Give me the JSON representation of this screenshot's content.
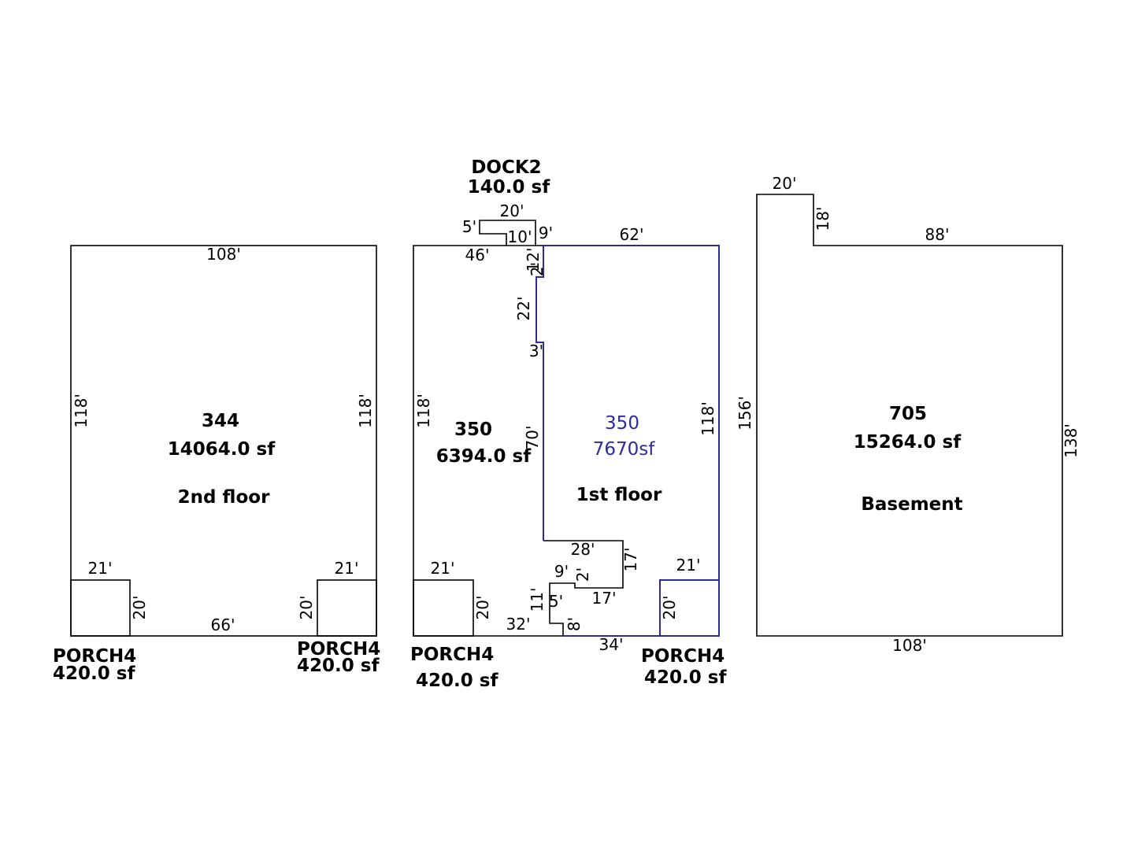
{
  "colors": {
    "line": "#000000",
    "highlight": "#2b2b9e",
    "background": "#ffffff"
  },
  "second_floor": {
    "code": "344",
    "area": "14064.0 sf",
    "name": "2nd floor",
    "dims": {
      "top": "108'",
      "left": "118'",
      "right": "118'",
      "bottom": "66'",
      "porch_left_top": "21'",
      "porch_left_side": "20'",
      "porch_right_top": "21'",
      "porch_right_side": "20'"
    },
    "porch_left": {
      "name": "PORCH4",
      "area": "420.0 sf"
    },
    "porch_right": {
      "name": "PORCH4",
      "area": "420.0 sf"
    }
  },
  "first_floor": {
    "left_code": "350",
    "left_area": "6394.0 sf",
    "right_code": "350",
    "right_area": "7670sf",
    "name": "1st floor",
    "dock": {
      "name": "DOCK2",
      "area": "140.0 sf",
      "top": "20'",
      "side": "5'",
      "bottom": "10'"
    },
    "dims": {
      "top_left": "46'",
      "top_right": "62'",
      "nine": "9'",
      "twelve": "12'",
      "two_top": "2'",
      "twentytwo": "22'",
      "three": "3'",
      "seventy": "70'",
      "left": "118'",
      "right": "118'",
      "twentyeight": "28'",
      "seventeen_v": "17'",
      "nine_b": "9'",
      "two_b": "2'",
      "seventeen_h": "17'",
      "eleven": "11'",
      "five": "5'",
      "eight": "8'",
      "thirtytwo": "32'",
      "thirtyfour": "34'",
      "porch_left_top": "21'",
      "porch_left_side": "20'",
      "porch_right_top": "21'",
      "porch_right_side": "20'"
    },
    "porch_left": {
      "name": "PORCH4",
      "area": "420.0 sf"
    },
    "porch_right": {
      "name": "PORCH4",
      "area": "420.0 sf"
    }
  },
  "basement": {
    "code": "705",
    "area": "15264.0 sf",
    "name": "Basement",
    "dims": {
      "top_small": "20'",
      "step": "18'",
      "top": "88'",
      "left": "156'",
      "right": "138'",
      "bottom": "108'"
    }
  }
}
